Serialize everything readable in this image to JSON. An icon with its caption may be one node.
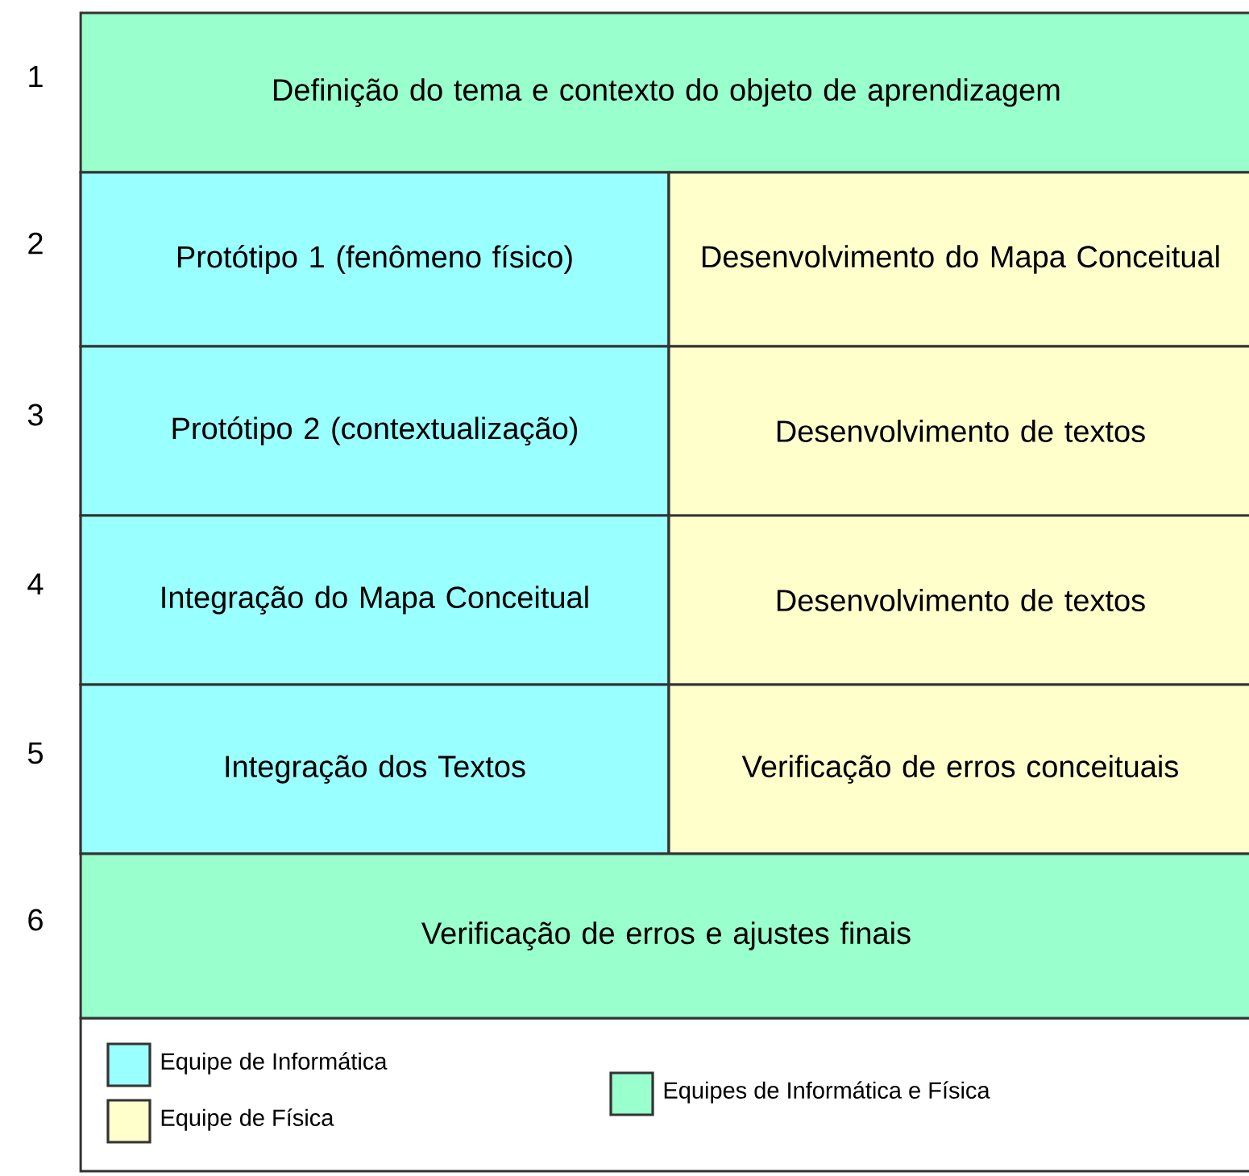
{
  "diagram": {
    "nodes": [
      {
        "text": [
          "Definição do tema e contexto do objeto de aprendizagem"
        ]
      },
      {
        "text": [
          "Protótipo 1 (fenômeno físico)"
        ]
      },
      {
        "text": [
          "Desenvolvimento do Mapa Conceitual"
        ]
      },
      {
        "text": [
          "Protótipo 2 (contextualização)"
        ]
      },
      {
        "text": [
          "Desenvolvimento de textos"
        ]
      },
      {
        "text": [
          "Integração do Mapa Conceitual"
        ]
      },
      {
        "text": [
          "Desenvolvimento de textos"
        ]
      },
      {
        "text": [
          "Integração dos Textos"
        ]
      },
      {
        "text": [
          "Verificação de erros conceituais"
        ]
      },
      {
        "text": [
          "Verificação de erros e ajustes finais"
        ]
      }
    ],
    "labels": [
      "1",
      "2",
      "3",
      "4",
      "5",
      "6"
    ],
    "legend": [
      {
        "text": "Equipe de Informática",
        "color": "#99ffff"
      },
      {
        "text": "Equipe de Física",
        "color": "#ffffcc"
      },
      {
        "text": "Equipes de Informática e Física",
        "color": "#99ffcc"
      }
    ]
  }
}
